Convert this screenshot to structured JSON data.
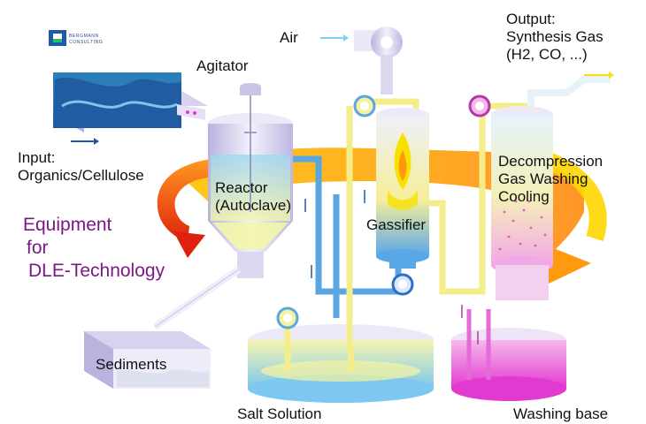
{
  "logo": {
    "line1": "BERGMANN",
    "line2": "CONSULTING",
    "accent_color": "#1e5aa8"
  },
  "labels": {
    "air": "Air",
    "output": [
      "Output:",
      "Synthesis Gas",
      "(H2, CO, ...)"
    ],
    "agitator": "Agitator",
    "input": [
      "Input:",
      "Organics/Cellulose"
    ],
    "reactor": [
      "Reactor",
      "(Autoclave)"
    ],
    "gassifier": "Gassifier",
    "decompression": [
      "Decompression",
      "Gas Washing",
      "Cooling"
    ],
    "equipment": [
      "Equipment",
      "for",
      "DLE-Technology"
    ],
    "sediments": "Sediments",
    "salt_solution": "Salt Solution",
    "washing_base": "Washing base"
  },
  "colors": {
    "title_purple": "#7a1a86",
    "arrow_orange": "#ff7a10",
    "arrow_red": "#e02a10",
    "flow_yellow": "#f6e100",
    "pipe_blue": "#59a6e0",
    "pipe_yellow": "#f7f08c",
    "vessel_lavender": "#d8d2ee",
    "wash_magenta": "#e23ad0",
    "salt_blue": "#8fd0f0",
    "air_cyan": "#7fd3f0"
  }
}
